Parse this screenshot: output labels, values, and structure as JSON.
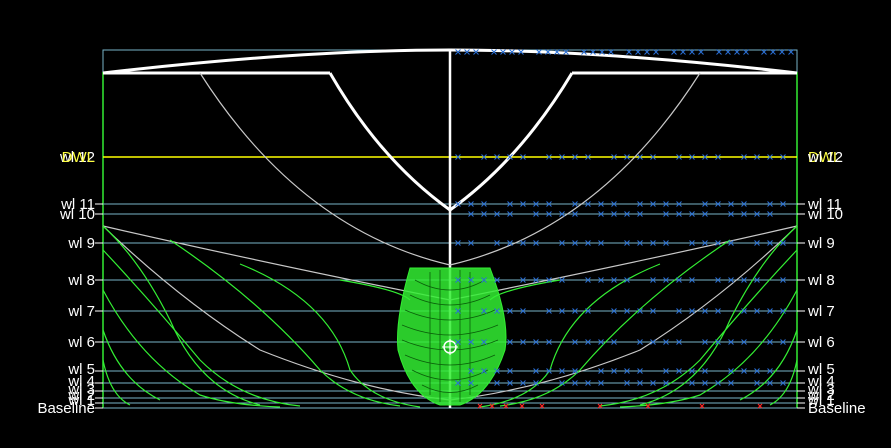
{
  "view": "Body plan",
  "colors": {
    "background": "#000000",
    "waterline": "#78b4c8",
    "dwl": "#ffff00",
    "stations": "#33ee33",
    "sections_white": "#ffffff",
    "sections_grey": "#c8c8c8",
    "markers_blue": "#2a6fd6",
    "markers_red": "#ff2020",
    "frame_green": "#33ee33"
  },
  "labels_left": [
    "wl 12",
    "DWL",
    "wl 11",
    "wl 10",
    "wl 9",
    "wl 8",
    "wl 7",
    "wl 6",
    "wl 5",
    "wl 4",
    "wl 3",
    "wl 2",
    "wl 1",
    "Baseline"
  ],
  "labels_right": [
    "DWL",
    "wl 12",
    "wl 11",
    "wl 10",
    "wl 9",
    "wl 8",
    "wl 7",
    "wl 6",
    "wl 5",
    "wl 4",
    "wl 3",
    "wl 2",
    "wl 1",
    "Baseline"
  ],
  "waterlines": [
    {
      "name": "Baseline",
      "level": 0.0
    },
    {
      "name": "wl 1",
      "level": 0.5
    },
    {
      "name": "wl 2",
      "level": 1.0
    },
    {
      "name": "wl 3",
      "level": 1.5
    },
    {
      "name": "wl 4",
      "level": 2.0
    },
    {
      "name": "wl 5",
      "level": 2.5
    },
    {
      "name": "wl 6",
      "level": 3.5
    },
    {
      "name": "wl 7",
      "level": 5.0
    },
    {
      "name": "wl 8",
      "level": 6.5
    },
    {
      "name": "wl 9",
      "level": 8.0
    },
    {
      "name": "wl 10",
      "level": 9.5
    },
    {
      "name": "wl 11",
      "level": 10.0
    },
    {
      "name": "wl 12 / DWL",
      "level": 12.5
    }
  ]
}
